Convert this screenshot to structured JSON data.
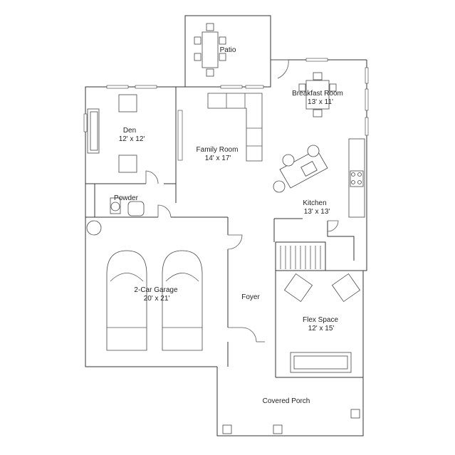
{
  "rooms": {
    "patio": {
      "name": "Patio"
    },
    "breakfast": {
      "name": "Breakfast Room",
      "size": "13' x 11'"
    },
    "den": {
      "name": "Den",
      "size": "12' x 12'"
    },
    "family": {
      "name": "Family Room",
      "size": "14' x 17'"
    },
    "powder": {
      "name": "Powder"
    },
    "kitchen": {
      "name": "Kitchen",
      "size": "13' x 13'"
    },
    "garage": {
      "name": "2-Car Garage",
      "size": "20' x 21'"
    },
    "foyer": {
      "name": "Foyer"
    },
    "flex": {
      "name": "Flex Space",
      "size": "12' x 15'"
    },
    "porch": {
      "name": "Covered Porch"
    }
  },
  "icons": {
    "dining-set": "table with chairs",
    "sectional-sofa": "sofa",
    "car": "car",
    "armchair": "armchair",
    "toilet": "toilet",
    "stove": "cooktop",
    "door-swing": "door arc"
  }
}
